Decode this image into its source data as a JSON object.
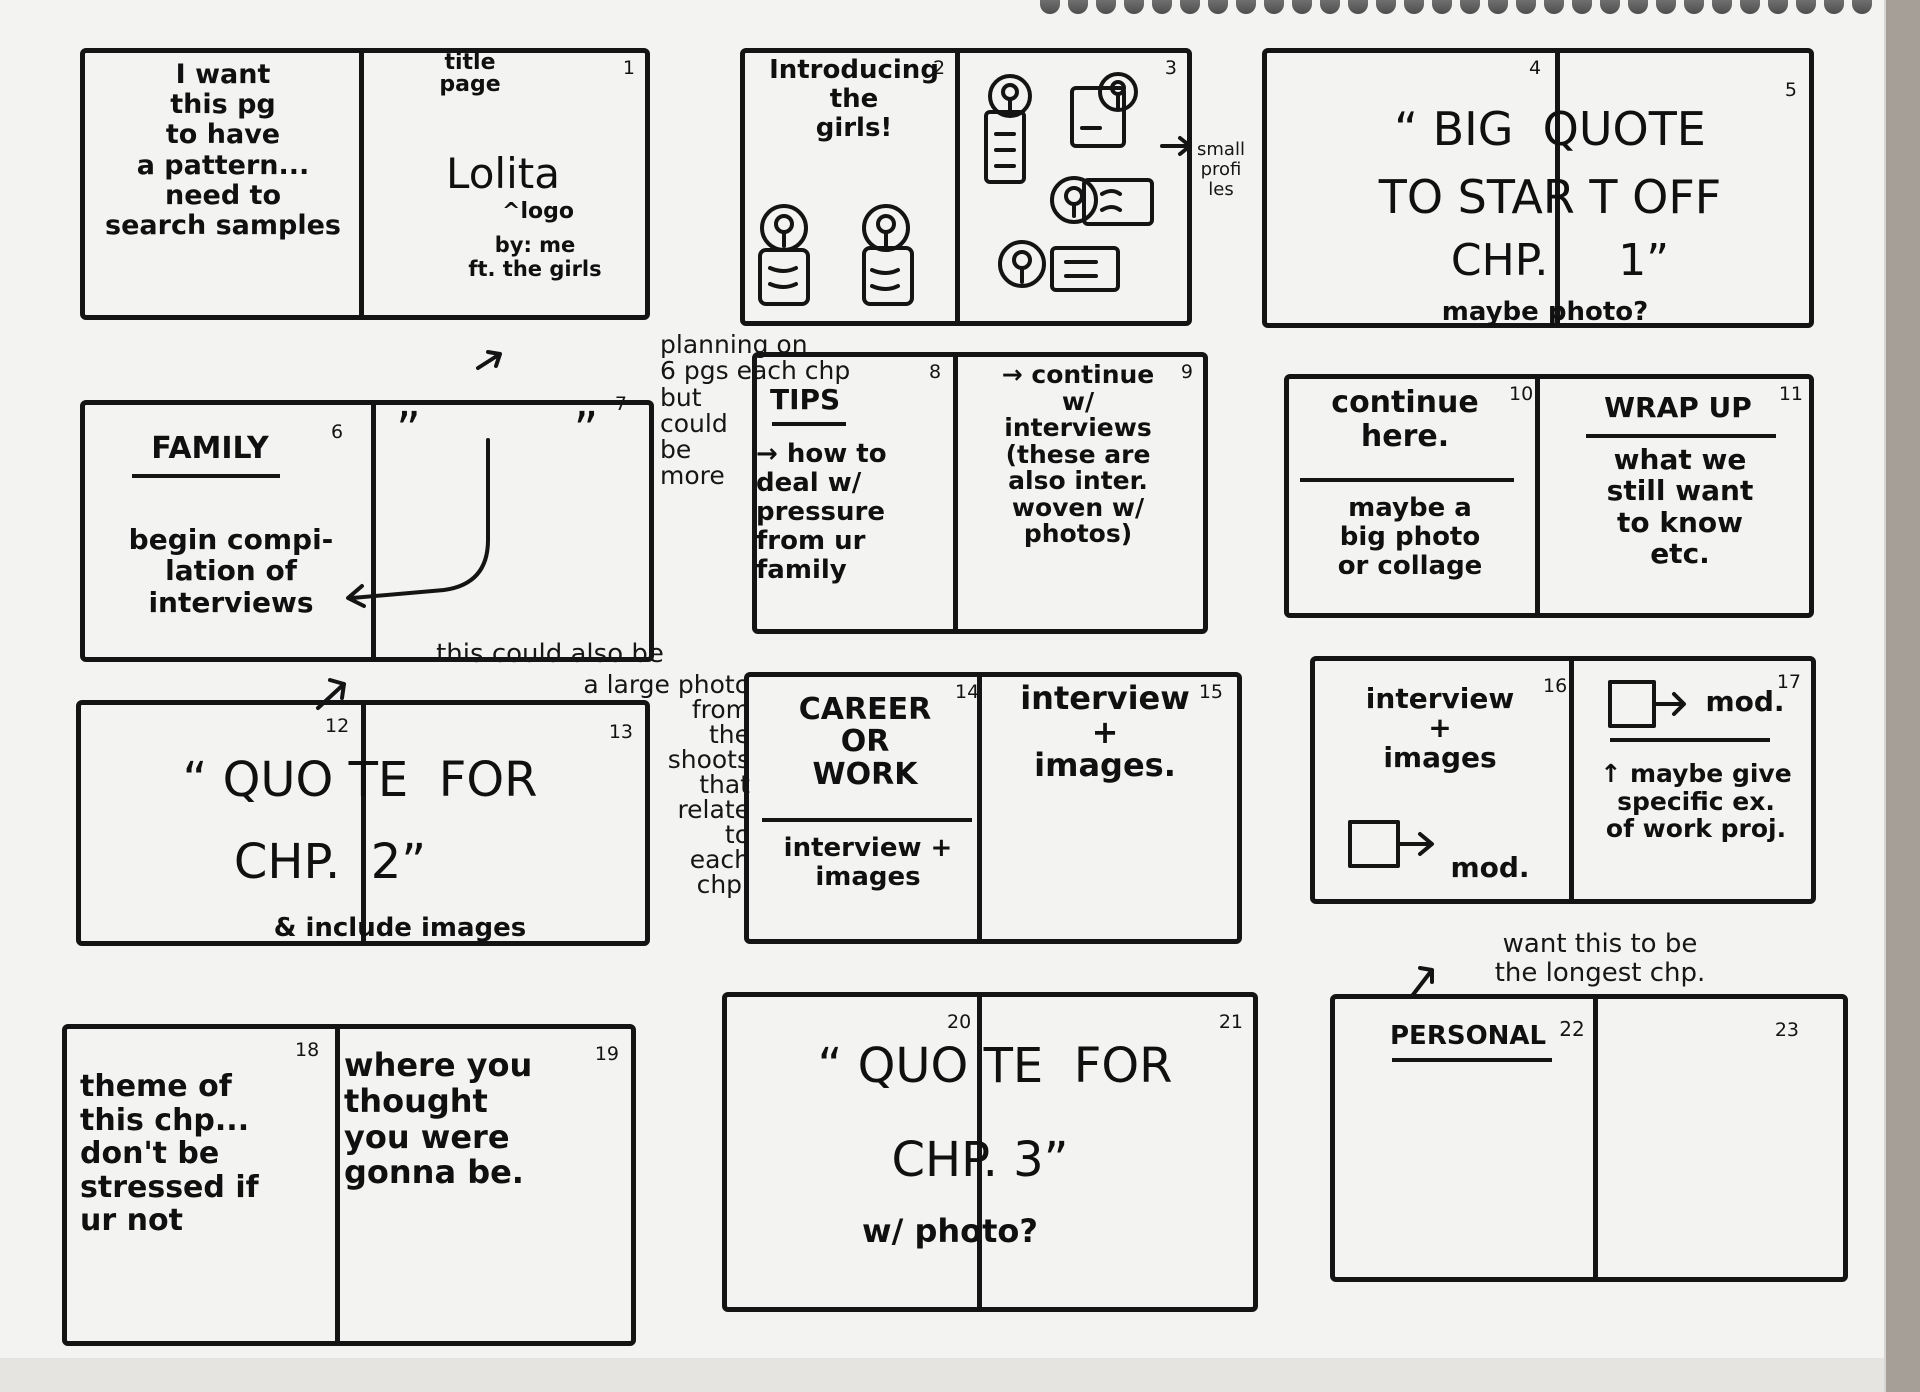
{
  "sketch": {
    "s1": {
      "p0": {
        "text": "I want\nthis pg\nto have\na pattern...\nneed to\nsearch samples"
      },
      "p1": {
        "num": "1",
        "heading": "title\npage",
        "logo": "Lolita",
        "logo_note": "^logo",
        "byline": "by: me\nft. the girls"
      }
    },
    "s2": {
      "p2": {
        "num": "2",
        "text": "Introducing\nthe\ngirls!"
      },
      "p3": {
        "num": "3"
      },
      "side_note": "small\nprofi\nles"
    },
    "s3": {
      "p4": {
        "num": "4"
      },
      "p5": {
        "num": "5"
      },
      "quote_line1": "“ BIG  QUOTE",
      "quote_line2": "TO STAR T OFF",
      "quote_line3": "CHP.     1”",
      "caption": "maybe photo?"
    },
    "planning_note": "planning on\n6 pgs each chp\nbut\ncould\nbe\nmore",
    "s4": {
      "p6": {
        "num": "6",
        "heading": "FAMILY",
        "text": "begin compi-\nlation of\ninterviews"
      },
      "p7": {
        "num": "7",
        "quotes": "”          ”"
      }
    },
    "s5": {
      "p8": {
        "num": "8",
        "heading": "TIPS",
        "text": "→ how to\ndeal w/\npressure\nfrom ur\nfamily"
      },
      "p9": {
        "num": "9",
        "text": "→ continue\nw/\ninterviews\n(these are\nalso inter.\nwoven w/\nphotos)"
      }
    },
    "s6": {
      "p10": {
        "num": "10",
        "heading": "continue\nhere.",
        "text": "maybe a\nbig photo\nor collage"
      },
      "p11": {
        "num": "11",
        "heading": "WRAP UP",
        "text": "what we\nstill want\nto know\netc."
      }
    },
    "photo_note_a": "this could also be",
    "photo_note_b": "a large photo\nfrom\nthe\nshoots\nthat\nrelate\nto\neach\nchp.",
    "s7": {
      "p12": {
        "num": "12"
      },
      "p13": {
        "num": "13"
      },
      "quote_line1": "“ QUO TE  FOR",
      "quote_line2": "CHP.  2”",
      "caption": "& include images"
    },
    "s8": {
      "p14": {
        "num": "14",
        "heading": "CAREER\nOR\nWORK",
        "text": "interview +\nimages"
      },
      "p15": {
        "num": "15",
        "text": "interview\n+\nimages."
      }
    },
    "s9": {
      "p16": {
        "num": "16",
        "text": "interview\n+\nimages",
        "mod": "mod."
      },
      "p17": {
        "num": "17",
        "mod": "mod.",
        "text": "↑ maybe give\nspecific ex.\nof work proj."
      }
    },
    "s10": {
      "p18": {
        "num": "18",
        "text": "theme of\nthis chp...\ndon't be\nstressed if\nur not"
      },
      "p19": {
        "num": "19",
        "text": "where you\nthought\nyou were\ngonna be."
      }
    },
    "s11": {
      "p20": {
        "num": "20"
      },
      "p21": {
        "num": "21"
      },
      "quote_line1": "“ QUO TE  FOR",
      "quote_line2": "CHP. 3”",
      "caption": "w/ photo?"
    },
    "longest_note": "want this to be\nthe longest chp.",
    "s12": {
      "p22": {
        "num": "22",
        "heading": "PERSONAL"
      },
      "p23": {
        "num": "23"
      }
    }
  }
}
